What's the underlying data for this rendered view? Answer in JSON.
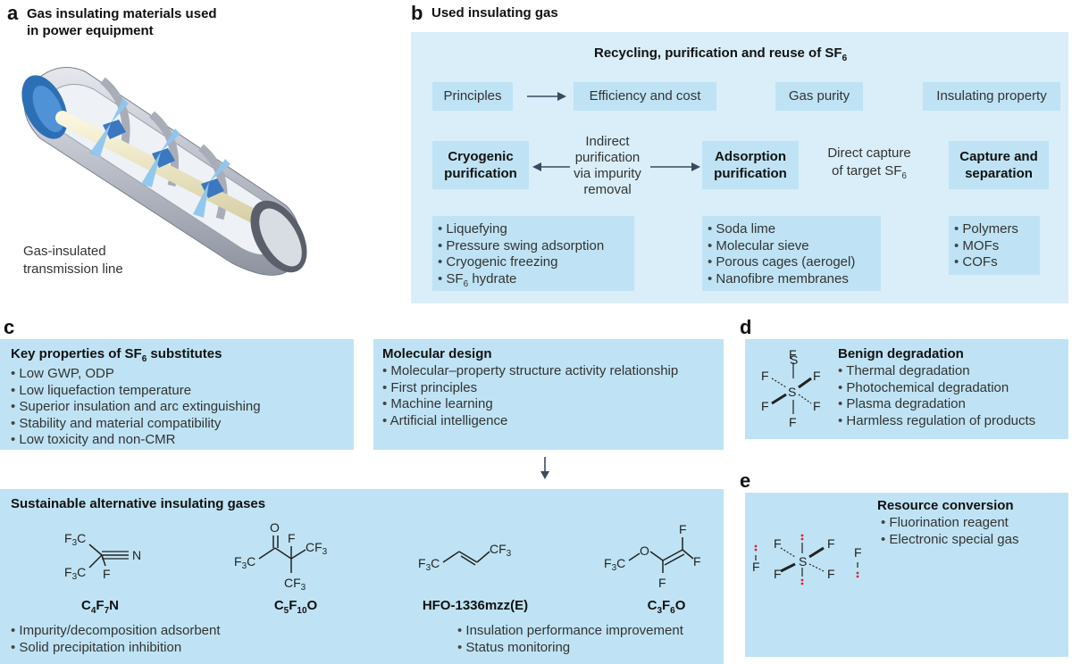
{
  "panel_a": {
    "letter": "a",
    "title_line1": "Gas insulating materials used",
    "title_line2": "in power equipment",
    "caption_line1": "Gas-insulated",
    "caption_line2": "transmission line"
  },
  "panel_b": {
    "letter": "b",
    "title": "Used insulating gas",
    "header_text": "Recycling, purification and reuse of SF",
    "header_sub": "6",
    "row1": [
      "Principles",
      "Efficiency and cost",
      "Gas purity",
      "Insulating property"
    ],
    "cryogenic_line1": "Cryogenic",
    "cryogenic_line2": "purification",
    "indirect_lines": [
      "Indirect",
      "purification",
      "via impurity",
      "removal"
    ],
    "adsorption_line1": "Adsorption",
    "adsorption_line2": "purification",
    "direct_line1": "Direct capture",
    "direct_line2_text": "of target SF",
    "direct_line2_sub": "6",
    "capture_line1": "Capture and",
    "capture_line2": "separation",
    "cryo_list": [
      "Liquefying",
      "Pressure swing adsorption",
      "Cryogenic freezing"
    ],
    "cryo_list_last_text": "SF",
    "cryo_list_last_sub": "6",
    "cryo_list_last_suffix": " hydrate",
    "ads_list": [
      "Soda lime",
      "Molecular sieve",
      "Porous cages (aerogel)",
      "Nanofibre membranes"
    ],
    "cap_list": [
      "Polymers",
      "MOFs",
      "COFs"
    ]
  },
  "panel_c": {
    "letter": "c",
    "key_title_text": "Key properties of SF",
    "key_title_sub": "6",
    "key_title_suffix": " substitutes",
    "key_list": [
      "Low GWP, ODP",
      "Low liquefaction temperature",
      "Superior insulation and arc extinguishing",
      "Stability and material compatibility",
      "Low toxicity and non-CMR"
    ],
    "mol_title": "Molecular design",
    "mol_list": [
      "Molecular–property structure activity relationship",
      "First principles",
      "Machine learning",
      "Artificial intelligence"
    ],
    "alt_title": "Sustainable alternative insulating gases",
    "molecules": [
      {
        "formula_parts": [
          "C",
          "4",
          "F",
          "7",
          "N"
        ]
      },
      {
        "formula_parts": [
          "C",
          "5",
          "F",
          "10",
          "O"
        ]
      },
      {
        "formula_parts": [
          "HFO-1336mzz(E)"
        ]
      },
      {
        "formula_parts": [
          "C",
          "3",
          "F",
          "6",
          "O"
        ]
      }
    ],
    "alt_list_left": [
      "Impurity/decomposition adsorbent",
      "Solid precipitation inhibition"
    ],
    "alt_list_right": [
      "Insulation performance improvement",
      "Status monitoring"
    ]
  },
  "panel_d": {
    "letter": "d",
    "title": "Benign degradation",
    "list": [
      "Thermal degradation",
      "Photochemical degradation",
      "Plasma degradation",
      "Harmless regulation of products"
    ]
  },
  "panel_e": {
    "letter": "e",
    "title": "Resource conversion",
    "list": [
      "Fluorination reagent",
      "Electronic special gas"
    ]
  },
  "colors": {
    "box": "#bfe3f4",
    "panel_bg": "#d9eef8",
    "arrow": "#3a4a60"
  }
}
